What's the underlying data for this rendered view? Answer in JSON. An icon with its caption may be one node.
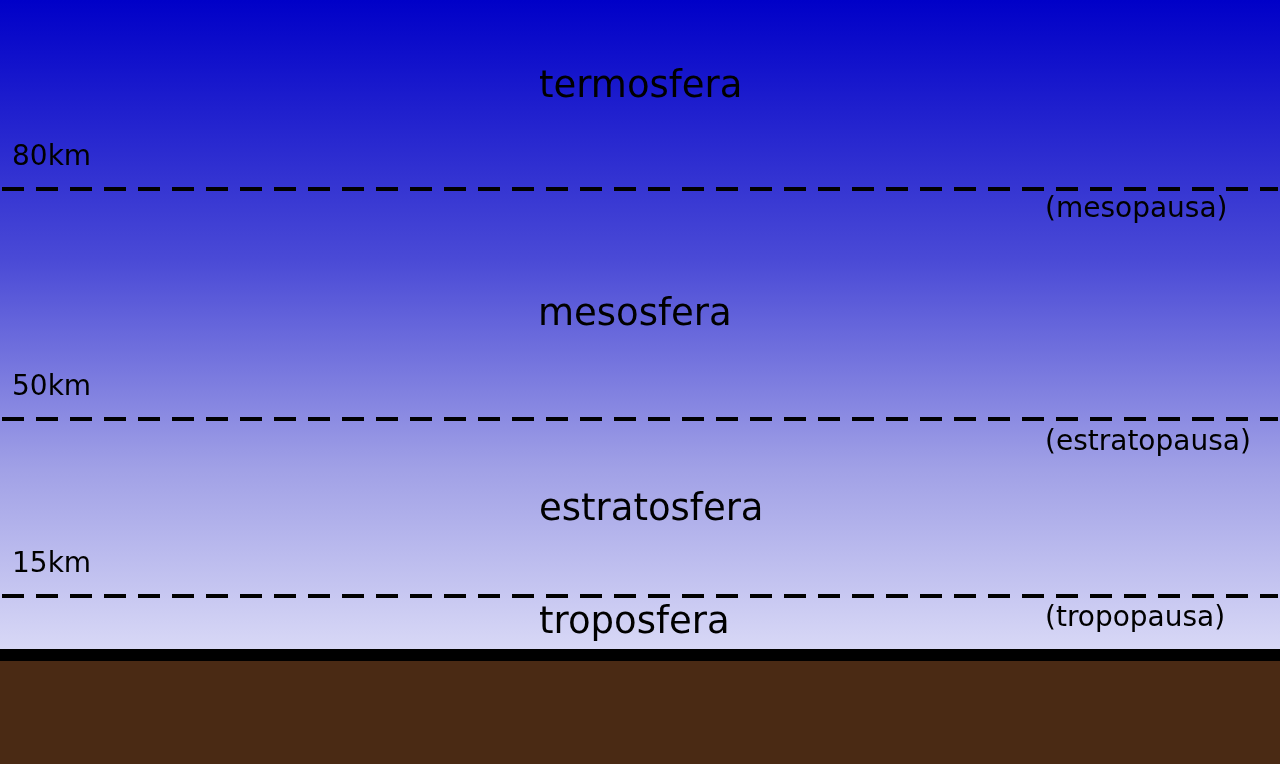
{
  "diagram": {
    "labels": [
      "termosfera",
      "80km",
      "(mesopausa)",
      "mesosfera",
      "50km",
      "(estratopausa)",
      "estratosfera",
      "15km",
      "troposfera",
      "(tropopausa)"
    ]
  }
}
